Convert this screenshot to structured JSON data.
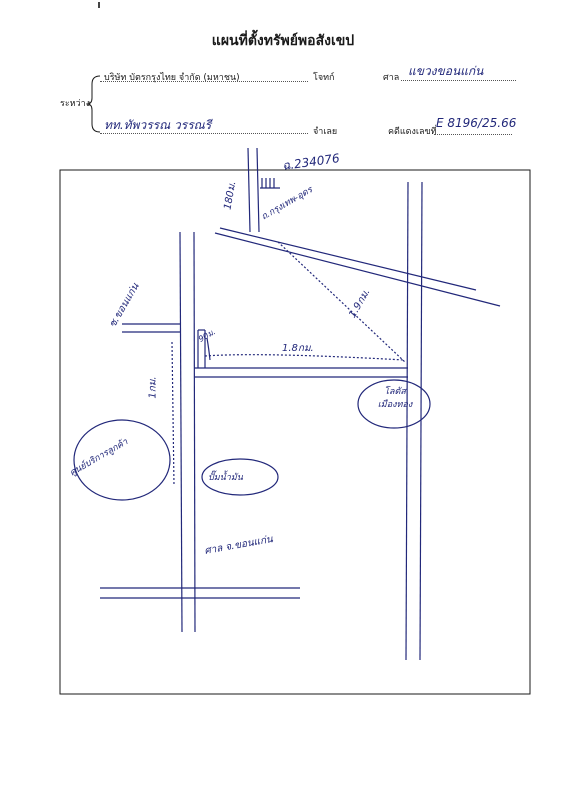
{
  "header": {
    "title": "แผนที่ตั้งทรัพย์พอสังเขป",
    "between_label": "ระหว่าง",
    "plaintiff_name": "บริษัท บัตรกรุงไทย จำกัด (มหาชน)",
    "plaintiff_role": "โจทก์",
    "defendant_name": "ทท.ทัพวรรณ วรรณรี",
    "defendant_role": "จำเลย",
    "court_label": "ศาล",
    "court_value": "แขวงขอนแก่น",
    "case_label": "คดีแดงเลขที่",
    "case_value": "E 8196/25.66"
  },
  "map": {
    "labels": {
      "deed_no": "ฉ.234076",
      "distance_180m": "180ม.",
      "distance_90m": "90ม.",
      "road_top": "ถ.กรุงเทพ-อุดร",
      "soi_khonkaen": "ซ.ขอนแก่น",
      "distance_1_9km": "1.9กม.",
      "distance_1_8km": "1.8กม.",
      "distance_1km": "1กม.",
      "landmark_right": "โลตัส เมืองทอง",
      "landmark_left": "ศูนย์บริการลูกค้า",
      "landmark_center": "ปั๊มน้ำมัน",
      "court_building": "ศาล จ.ขอนแก่น"
    }
  }
}
